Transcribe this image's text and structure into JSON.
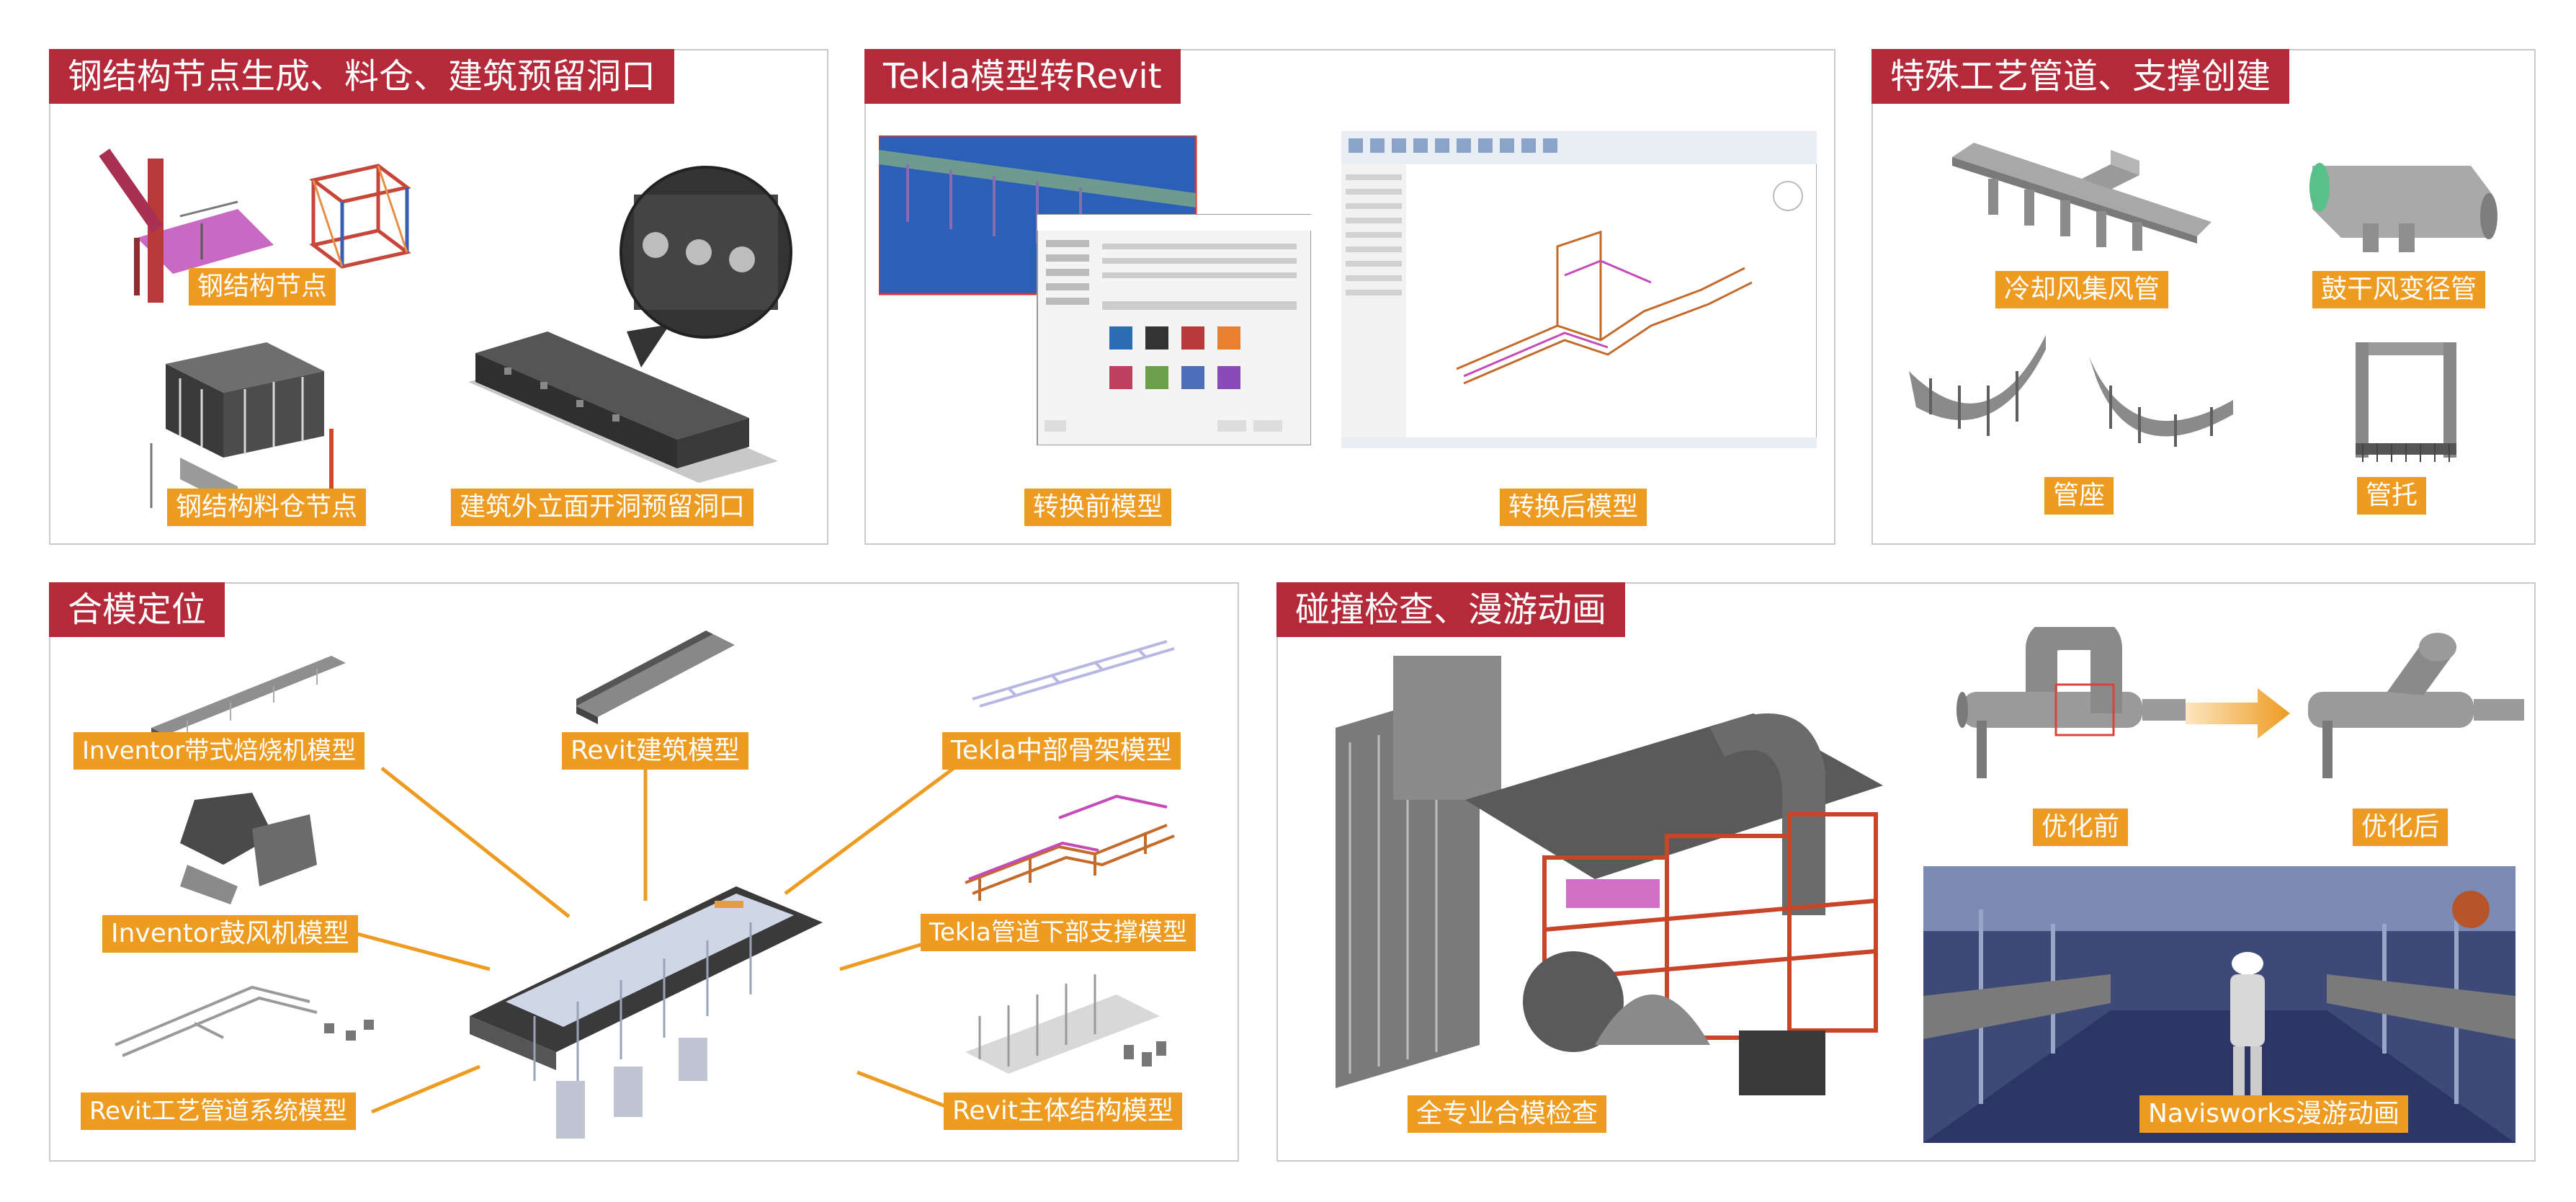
{
  "panels": {
    "p1": {
      "title": "钢结构节点生成、料仓、建筑预留洞口",
      "labels": {
        "steel_node": "钢结构节点",
        "silo_node": "钢结构料仓节点",
        "facade_opening": "建筑外立面开洞预留洞口"
      }
    },
    "p2": {
      "title": "Tekla模型转Revit",
      "labels": {
        "before": "转换前模型",
        "after": "转换后模型"
      }
    },
    "p3": {
      "title": "特殊工艺管道、支撑创建",
      "labels": {
        "cooling_duct": "冷却风集风管",
        "drum_reducer": "鼓干风变径管",
        "pipe_seat": "管座",
        "pipe_support": "管托"
      }
    },
    "p4": {
      "title": "合模定位",
      "labels": {
        "inventor_belt": "Inventor带式焙烧机模型",
        "revit_arch": "Revit建筑模型",
        "tekla_frame": "Tekla中部骨架模型",
        "inventor_fan": "Inventor鼓风机模型",
        "tekla_pipe_support": "Tekla管道下部支撑模型",
        "revit_pipe": "Revit工艺管道系统模型",
        "revit_struct": "Revit主体结构模型"
      }
    },
    "p5": {
      "title": "碰撞检查、漫游动画",
      "labels": {
        "full_check": "全专业合模检查",
        "before_opt": "优化前",
        "after_opt": "优化后",
        "navis": "Navisworks漫游动画"
      }
    }
  },
  "colors": {
    "title_bg": "#b52a3a",
    "label_bg": "#ed9b21",
    "connector": "#ed9b21",
    "border": "#c9c9c9"
  }
}
